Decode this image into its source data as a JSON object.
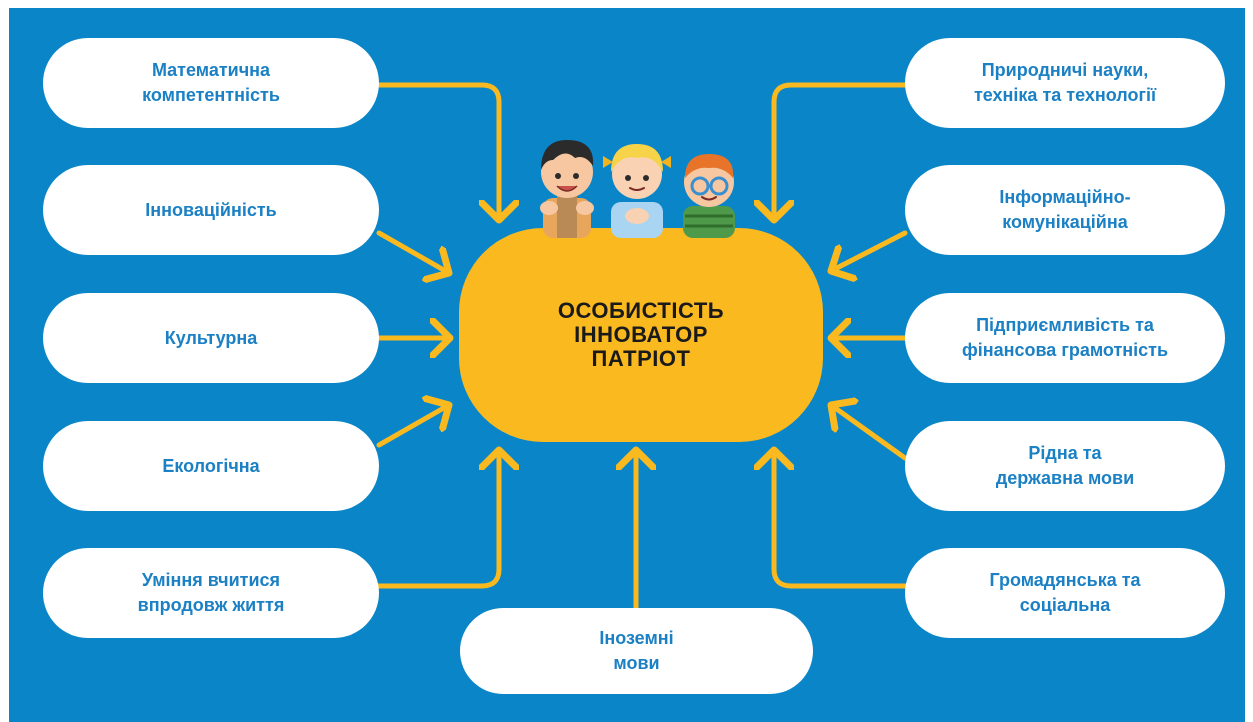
{
  "colors": {
    "background": "#0a86c8",
    "accent": "#fbb920",
    "label_text": "#1b80c4",
    "center_text": "#1a1a1a"
  },
  "center": {
    "text": "ОСОБИСТІСТЬ\nІННОВАТОР\nПАТРІОТ"
  },
  "competencies": {
    "math": "Математична\nкомпетентність",
    "innovation": "Інноваційність",
    "cultural": "Культурна",
    "ecological": "Екологічна",
    "lifelong": "Уміння вчитися\nвпродовж життя",
    "foreign": "Іноземні\nмови",
    "science": "Природничі науки,\nтехніка та технології",
    "ict": "Інформаційно-\nкомунікаційна",
    "entrepreneurship": "Підприємливість та\nфінансова грамотність",
    "native": "Рідна та\nдержавна мови",
    "civic": "Громадянська та\nсоціальна"
  },
  "illustration": {
    "icon": "three-children-icon"
  }
}
